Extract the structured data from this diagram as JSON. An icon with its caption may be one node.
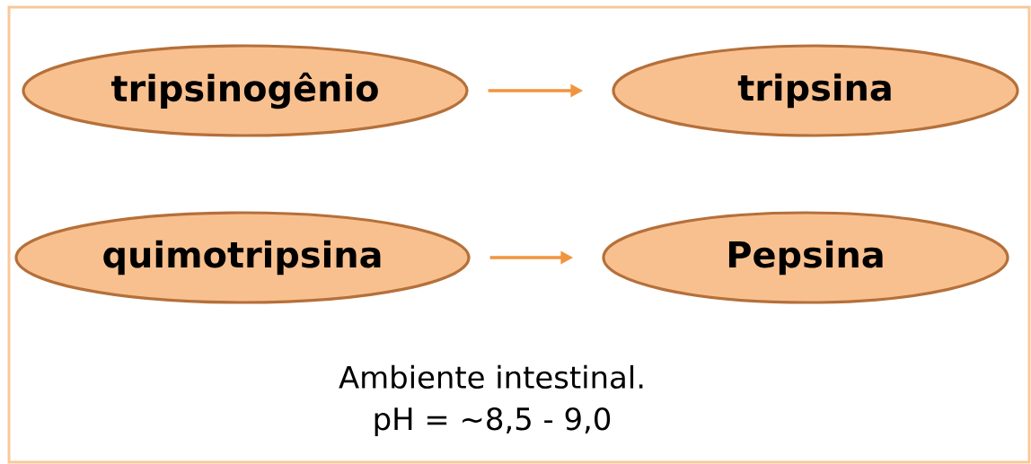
{
  "diagram": {
    "nodes": [
      {
        "text": [
          "tripsinogênio"
        ]
      },
      {
        "text": [
          "tripsina"
        ]
      },
      {
        "text": [
          "quimotripsina"
        ]
      },
      {
        "text": [
          "Pepsina"
        ]
      }
    ],
    "edges": [
      {
        "from": 0,
        "to": 1,
        "arrow": "to"
      },
      {
        "from": 2,
        "to": 3,
        "arrow": "to"
      }
    ],
    "labels": [
      "Ambiente intestinal.",
      "pH = ~8,5 - 9,0"
    ]
  }
}
